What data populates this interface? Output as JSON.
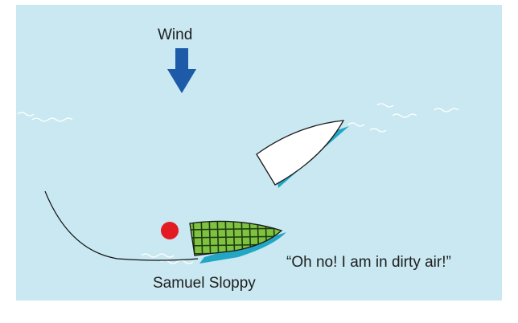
{
  "labels": {
    "wind": "Wind",
    "quote": "“Oh no! I am in dirty air!”",
    "sailor_name": "Samuel Sloppy"
  },
  "colors": {
    "water": "#c9e8f1",
    "wind_arrow": "#1d5aa8",
    "hull_shadow": "#22a6c4",
    "boat_fill": "#ffffff",
    "sloppy_boat_fill": "#7fc241",
    "sloppy_boat_grid": "#1f3d10",
    "mark": "#e31b23",
    "wake_line": "#111111",
    "wave": "#ffffff"
  },
  "icons": {
    "wind_direction": "down-arrow-icon",
    "mark": "red-buoy-icon"
  }
}
